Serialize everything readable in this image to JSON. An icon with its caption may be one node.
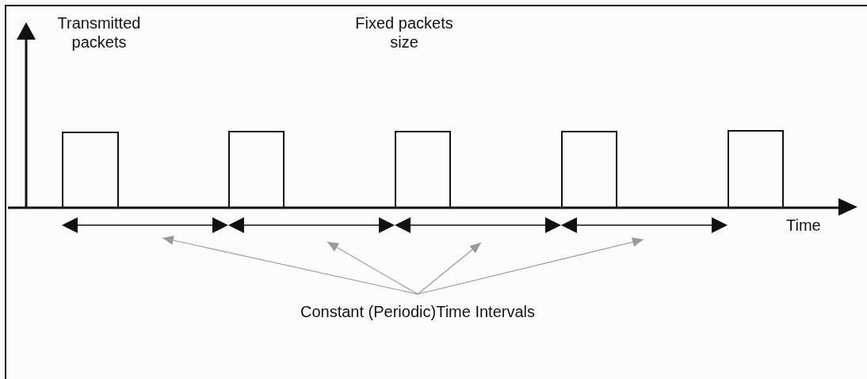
{
  "diagram": {
    "nodes": [
      {
        "text": [],
        "shape": "box"
      },
      {
        "text": [],
        "shape": "box"
      },
      {
        "text": [],
        "shape": "box"
      },
      {
        "text": [],
        "shape": "box"
      },
      {
        "text": [],
        "shape": "box"
      },
      {
        "text": [
          "Constant (Periodic)Time Intervals"
        ]
      }
    ],
    "edges": [
      {
        "from": 5,
        "to": null,
        "arrow": "to"
      },
      {
        "from": 5,
        "to": null,
        "arrow": "to"
      },
      {
        "from": 5,
        "to": null,
        "arrow": "to"
      },
      {
        "from": 5,
        "to": null,
        "arrow": "to"
      }
    ],
    "labels": [
      "Transmitted packets",
      "Fixed packets size",
      "Time"
    ]
  }
}
